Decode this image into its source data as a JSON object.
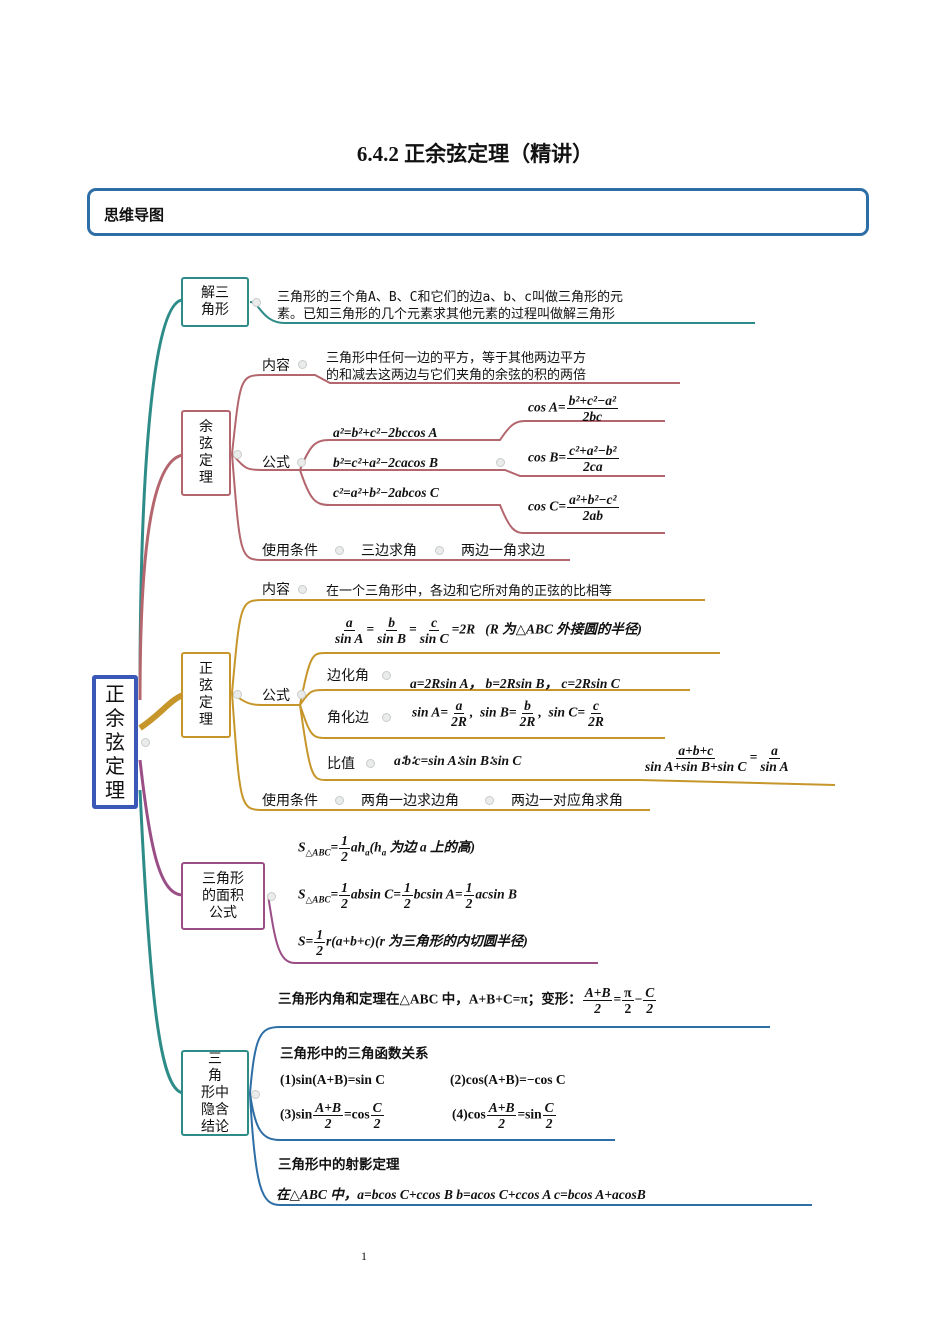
{
  "page": {
    "title": "6.4.2 正余弦定理（精讲）",
    "section_label": "思维导图",
    "page_number": "1"
  },
  "root": {
    "label": "正\n余\n弦\n定\n理"
  },
  "branch1": {
    "label": "解三\n角形",
    "text_line1": "三角形的三个角A、B、C和它们的边a、b、c叫做三角形的元",
    "text_line2": "素。已知三角形的几个元素求其他元素的过程叫做解三角形"
  },
  "branch2": {
    "label": "余\n弦\n定\n理",
    "content_label": "内容",
    "content_line1": "三角形中任何一边的平方，等于其他两边平方",
    "content_line2": "的和减去这两边与它们夹角的余弦的积的两倍",
    "formula_label": "公式",
    "f1": "a²=b²+c²−2bccos A",
    "f2": "b²=c²+a²−2cacos B",
    "f3": "c²=a²+b²−2abcos C",
    "cosA_lhs": "cos A=",
    "cosA_num": "b²+c²−a²",
    "cosA_den": "2bc",
    "cosB_lhs": "cos B=",
    "cosB_num": "c²+a²−b²",
    "cosB_den": "2ca",
    "cosC_lhs": "cos C=",
    "cosC_num": "a²+b²−c²",
    "cosC_den": "2ab",
    "use_label": "使用条件",
    "use1": "三边求角",
    "use2": "两边一角求边"
  },
  "branch3": {
    "label": "正\n弦\n定\n理",
    "content_label": "内容",
    "content_text": "在一个三角形中，各边和它所对角的正弦的比相等",
    "formula_label": "公式",
    "ratio_a_num": "a",
    "ratio_a_den": "sin A",
    "ratio_b_num": "b",
    "ratio_b_den": "sin B",
    "ratio_c_num": "c",
    "ratio_c_den": "sin C",
    "ratio_tail": "=2R",
    "ratio_note": "(R 为△ABC 外接圆的半径)",
    "sub1_label": "边化角",
    "sub1_text": "a=2Rsin A， b=2Rsin B， c=2Rsin C",
    "sub2_label": "角化边",
    "sub2_a_lhs": "sin A=",
    "sub2_a_num": "a",
    "sub2_a_den": "2R",
    "sub2_b_lhs": "sin B=",
    "sub2_b_num": "b",
    "sub2_b_den": "2R",
    "sub2_c_lhs": "sin C=",
    "sub2_c_num": "c",
    "sub2_c_den": "2R",
    "sub3_label": "比值",
    "sub3_text": "a∶b∶c=sin A∶sin B∶sin C",
    "sub3_frac_num": "a+b+c",
    "sub3_frac_den": "sin A+sin B+sin C",
    "sub3_frac2_num": "a",
    "sub3_frac2_den": "sin A",
    "use_label": "使用条件",
    "use1": "两角一边求边角",
    "use2": "两边一对应角求角"
  },
  "branch4": {
    "label": "三角形\n的面积\n公式",
    "s1_lhs": "S",
    "s1_sub": "△ABC",
    "s1_eq": "=",
    "s1_tail": "ah",
    "s1_hsub": "a",
    "s1_note": "(h",
    "s1_note_sub": "a",
    "s1_note_tail": " 为边 a 上的高)",
    "half": "1",
    "half_den": "2",
    "s2_a": "absin C=",
    "s2_b": "bcsin A=",
    "s2_c": "acsin B",
    "s3_lhs": "S=",
    "s3_tail": "r(a+b+c)(r 为三角形的内切圆半径)"
  },
  "branch5": {
    "label": "三\n角\n形中\n隐含\n结论",
    "angle_sum_text": "三角形内角和定理在△ABC 中，A+B+C=π；变形：",
    "angle_frac1_num": "A+B",
    "angle_frac1_den": "2",
    "angle_frac2_num": "π",
    "angle_frac2_den": "2",
    "angle_frac3_num": "C",
    "angle_frac3_den": "2",
    "trig_title": "三角形中的三角函数关系",
    "t1": "(1)sin(A+B)=sin C",
    "t2": "(2)cos(A+B)=−cos C",
    "t3_pre": "(3)sin",
    "t3_num": "A+B",
    "t3_den": "2",
    "t3_mid": "=cos",
    "t3_num2": "C",
    "t3_den2": "2",
    "t4_pre": "(4)cos",
    "t4_num": "A+B",
    "t4_den": "2",
    "t4_mid": "=sin",
    "t4_num2": "C",
    "t4_den2": "2",
    "proj_title": "三角形中的射影定理",
    "proj_text": "在△ABC 中，a=bcos C+ccos B      b=acos C+ccos A      c=bcos A+acosB"
  },
  "colors": {
    "teal": "#2e8c88",
    "rose": "#b3666d",
    "gold": "#c6962a",
    "purple": "#9a4e86",
    "blue": "#2e6ea6",
    "root": "#3a58b8"
  }
}
